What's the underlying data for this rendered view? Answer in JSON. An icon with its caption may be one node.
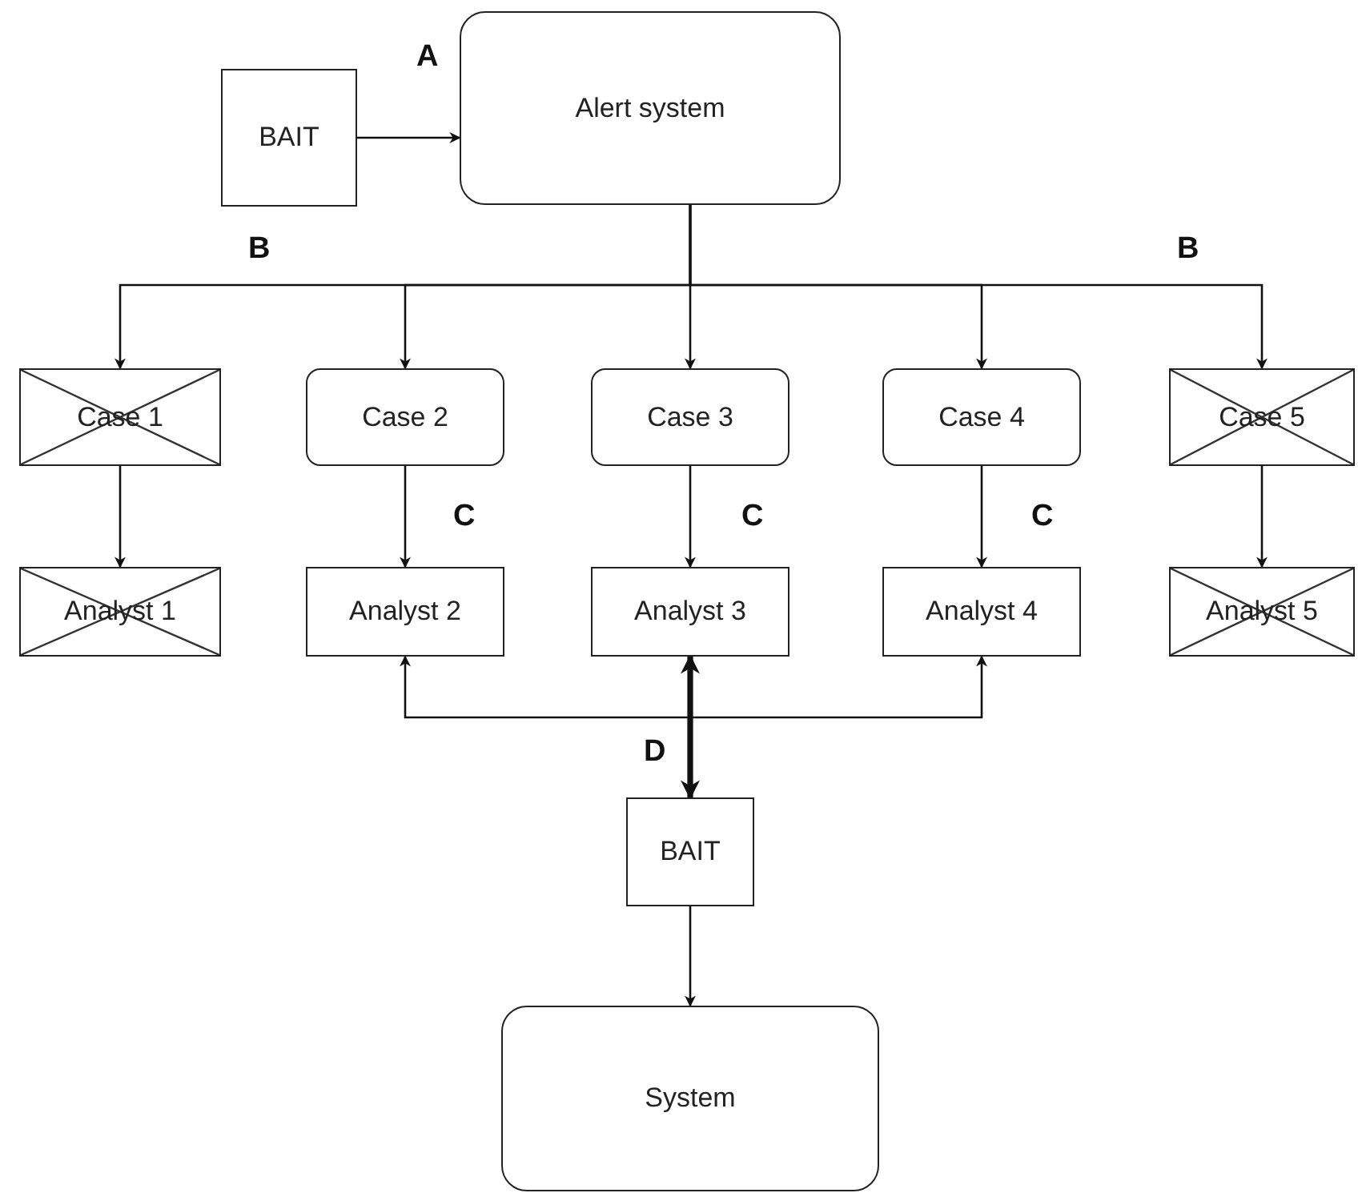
{
  "diagram": {
    "nodes": [
      {
        "text": [
          "BAIT"
        ]
      },
      {
        "text": [
          "Alert system"
        ]
      },
      {
        "text": [
          "Case 1"
        ]
      },
      {
        "text": [
          "Case 2"
        ]
      },
      {
        "text": [
          "Case 3"
        ]
      },
      {
        "text": [
          "Case 4"
        ]
      },
      {
        "text": [
          "Case 5"
        ]
      },
      {
        "text": [
          "Analyst 1"
        ]
      },
      {
        "text": [
          "Analyst 2"
        ]
      },
      {
        "text": [
          "Analyst 3"
        ]
      },
      {
        "text": [
          "Analyst 4"
        ]
      },
      {
        "text": [
          "Analyst 5"
        ]
      },
      {
        "text": [
          "BAIT"
        ]
      },
      {
        "text": [
          "System"
        ]
      }
    ],
    "edges": [
      {
        "from": 0,
        "to": 1,
        "arrow": "to",
        "label": "A"
      },
      {
        "from": 1,
        "to": 2,
        "arrow": "to",
        "label": "B"
      },
      {
        "from": 1,
        "to": 3,
        "arrow": "to"
      },
      {
        "from": 1,
        "to": 4,
        "arrow": "to"
      },
      {
        "from": 1,
        "to": 5,
        "arrow": "to"
      },
      {
        "from": 1,
        "to": 6,
        "arrow": "to",
        "label": "B"
      },
      {
        "from": 2,
        "to": 7,
        "arrow": "to"
      },
      {
        "from": 3,
        "to": 8,
        "arrow": "to",
        "label": "C"
      },
      {
        "from": 4,
        "to": 9,
        "arrow": "to",
        "label": "C"
      },
      {
        "from": 5,
        "to": 10,
        "arrow": "to",
        "label": "C"
      },
      {
        "from": 6,
        "to": 11,
        "arrow": "to"
      },
      {
        "from": 12,
        "to": 8,
        "arrow": "to"
      },
      {
        "from": 9,
        "to": 12,
        "arrow": "both",
        "style": "thick",
        "label": "D"
      },
      {
        "from": 12,
        "to": 10,
        "arrow": "to"
      },
      {
        "from": 12,
        "to": 13,
        "arrow": "to"
      }
    ]
  }
}
